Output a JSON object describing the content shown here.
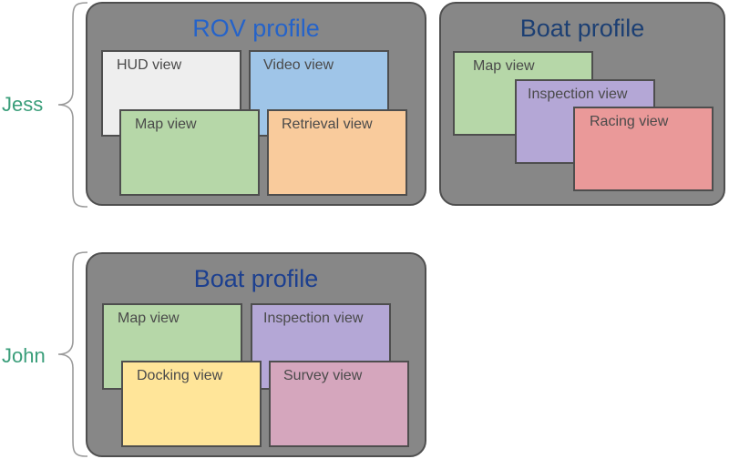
{
  "users": [
    {
      "name": "Jess",
      "color": "#3a9e7a"
    },
    {
      "name": "John",
      "color": "#3a9e7a"
    }
  ],
  "profiles": [
    {
      "title": "ROV profile",
      "title_color": "#2563c9",
      "views": [
        {
          "label": "HUD view",
          "color": "#eeeeee"
        },
        {
          "label": "Video view",
          "color": "#9fc5e8"
        },
        {
          "label": "Map view",
          "color": "#b6d7a8"
        },
        {
          "label": "Retrieval view",
          "color": "#f9cb9c"
        }
      ]
    },
    {
      "title": "Boat profile",
      "title_color": "#1c3f73",
      "views": [
        {
          "label": "Map view",
          "color": "#b6d7a8"
        },
        {
          "label": "Inspection view",
          "color": "#b4a7d6"
        },
        {
          "label": "Racing view",
          "color": "#ea9999"
        }
      ]
    },
    {
      "title": "Boat profile",
      "title_color": "#1c3f8f",
      "views": [
        {
          "label": "Map view",
          "color": "#b6d7a8"
        },
        {
          "label": "Inspection view",
          "color": "#b4a7d6"
        },
        {
          "label": "Docking view",
          "color": "#ffe599"
        },
        {
          "label": "Survey view",
          "color": "#d5a6bd"
        }
      ]
    }
  ]
}
